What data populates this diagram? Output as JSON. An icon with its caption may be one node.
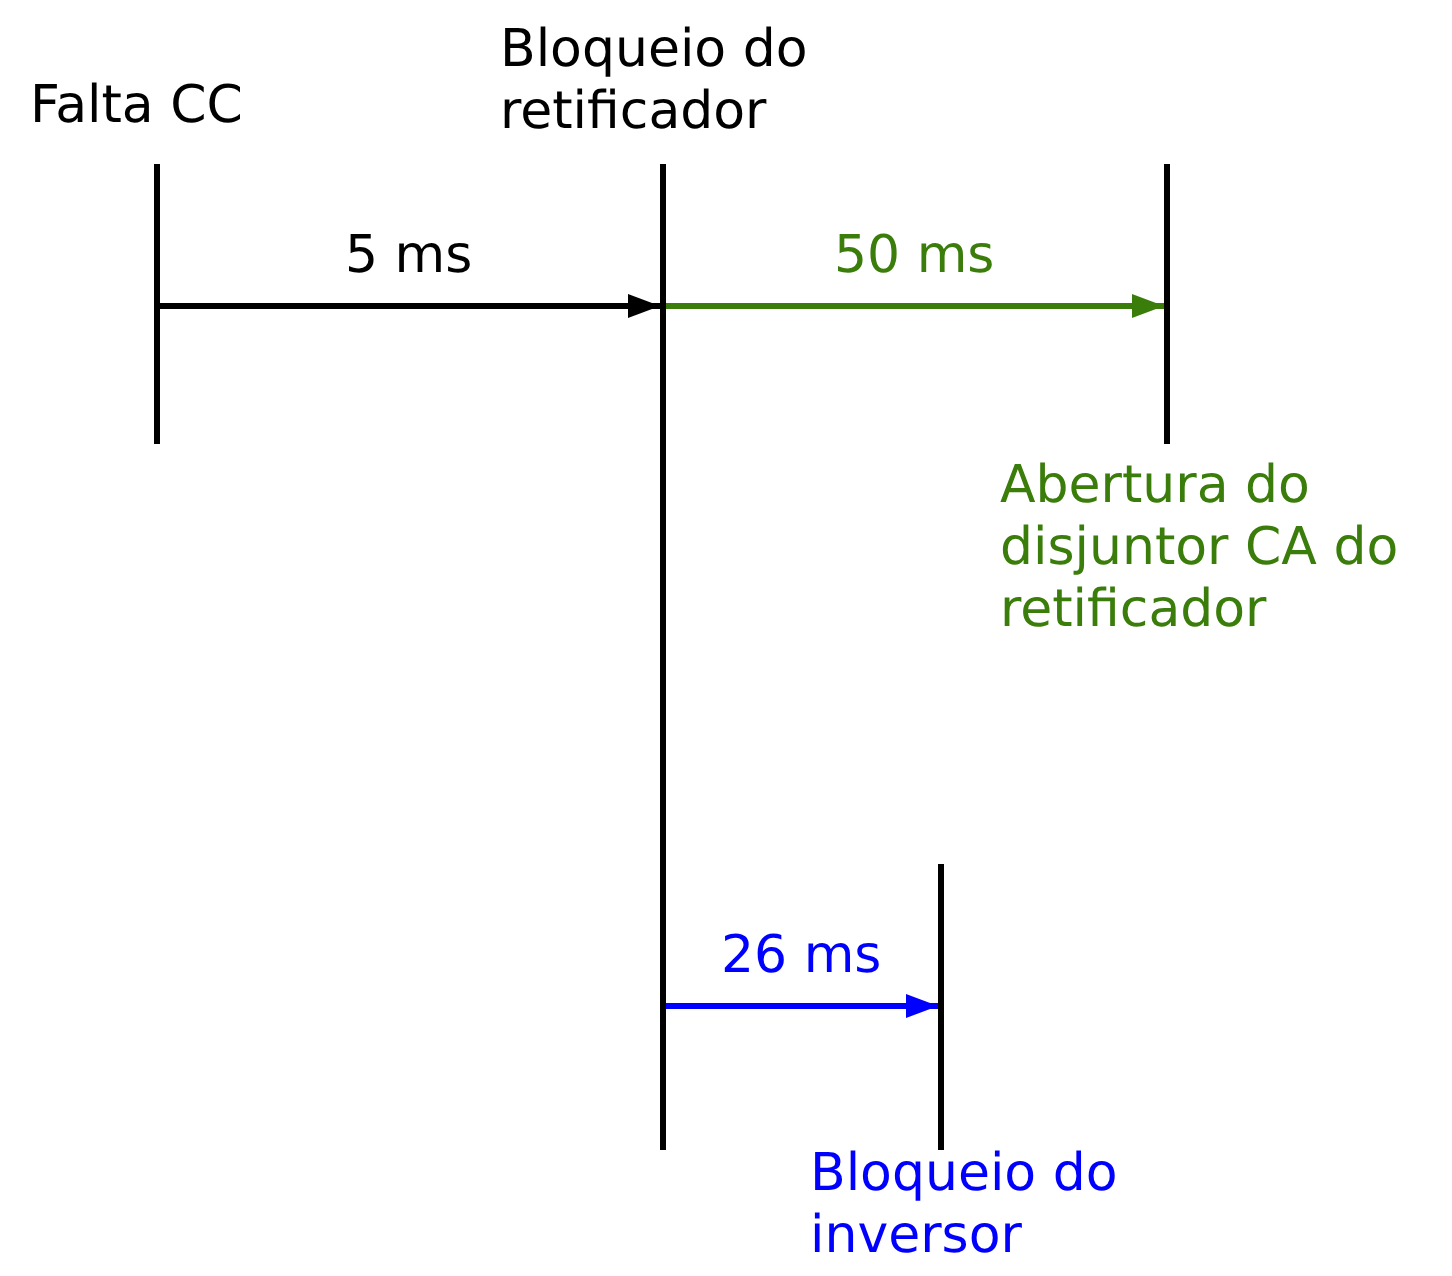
{
  "diagram": {
    "nodes": [
      {
        "text": [
          "Falta CC"
        ]
      },
      {
        "text": [
          "Bloqueio do retificador"
        ]
      },
      {
        "text": [
          "Abertura do disjuntor CA do retificador"
        ]
      },
      {
        "text": [
          "Bloqueio do inversor"
        ]
      }
    ],
    "edges": [
      {
        "from": 0,
        "to": 1,
        "arrow": "to",
        "label": "5 ms"
      },
      {
        "from": 1,
        "to": 2,
        "arrow": "to",
        "label": "50 ms",
        "color": "#3a7d0a"
      },
      {
        "from": 1,
        "to": 3,
        "arrow": "to",
        "label": "26 ms",
        "color": "#0000ff"
      }
    ]
  }
}
